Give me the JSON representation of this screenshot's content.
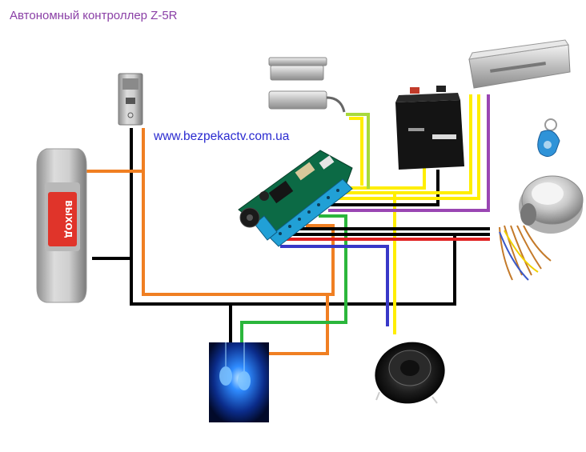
{
  "title": "Автономный контроллер Z-5R",
  "website": "www.bezpekactv.com.ua",
  "exit_button_label": "ВЫХОД",
  "colors": {
    "title": "#8a3fa6",
    "website": "#2b2bd0",
    "wire_black": "#000000",
    "wire_orange": "#f07f22",
    "wire_yellow": "#ffee00",
    "wire_green": "#2bb63c",
    "wire_lightgreen": "#a8d93c",
    "wire_blue": "#3838c8",
    "wire_red": "#e02020",
    "wire_purple": "#9a46b3",
    "led_glow": "#2f8cff",
    "board": "#0c6a45",
    "terminals": "#21a0d6",
    "exit_red": "#e0342a"
  },
  "devices": [
    {
      "name": "intercom-panel",
      "label": ""
    },
    {
      "name": "exit-button",
      "label": "ВЫХОД"
    },
    {
      "name": "reed-switch",
      "label": ""
    },
    {
      "name": "battery",
      "label": ""
    },
    {
      "name": "electromagnetic-lock",
      "label": ""
    },
    {
      "name": "rfid-keyfob",
      "label": ""
    },
    {
      "name": "touch-memory-reader",
      "label": ""
    },
    {
      "name": "z5r-controller",
      "label": ""
    },
    {
      "name": "led-indicator",
      "label": ""
    },
    {
      "name": "buzzer-speaker",
      "label": ""
    }
  ]
}
